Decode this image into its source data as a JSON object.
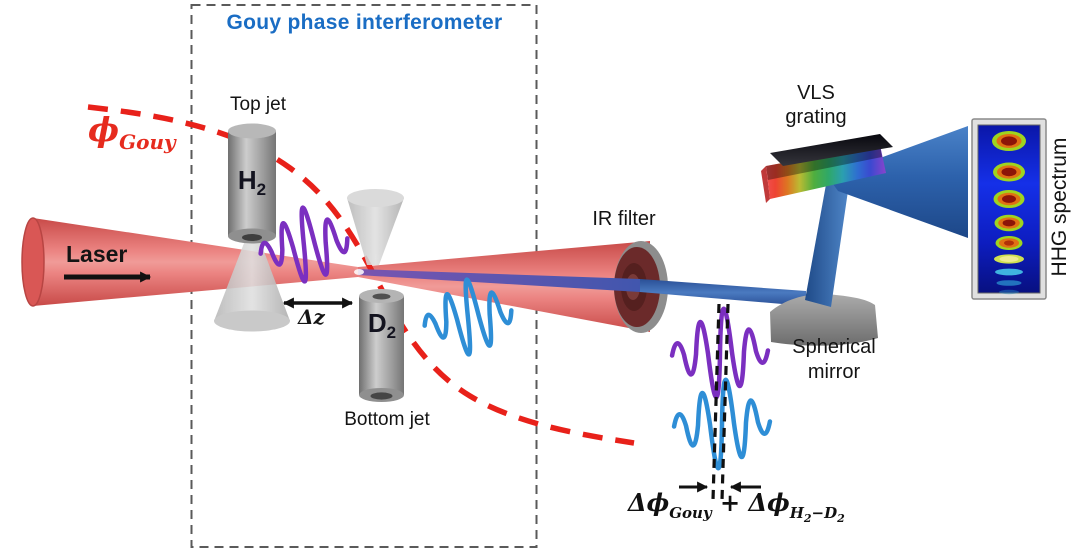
{
  "diagram": {
    "box_title": "Gouy phase interferometer",
    "phi_gouy": {
      "symbol": "ϕ",
      "sub": "Gouy"
    },
    "laser": "Laser",
    "top_jet": "Top jet",
    "bottom_jet": "Bottom jet",
    "h2": {
      "main": "H",
      "sub": "2"
    },
    "d2": {
      "main": "D",
      "sub": "2"
    },
    "delta_z": "Δz",
    "ir_filter": "IR filter",
    "spherical_mirror": {
      "line1": "Spherical",
      "line2": "mirror"
    },
    "vls_grating": {
      "line1": "VLS",
      "line2": "grating"
    },
    "hhg_spectrum": "HHG spectrum",
    "formula": {
      "term1": "Δϕ",
      "term1_sub": "Gouy",
      "operator": "+",
      "term2": "Δϕ",
      "term2_sub_a": "H",
      "term2_sub_a2": "2",
      "term2_sub_b": "−D",
      "term2_sub_b2": "2"
    }
  },
  "colors": {
    "laser_beam_red": "#e4605e",
    "gouy_curve_red": "#e8211a",
    "title_blue": "#1a6dc4",
    "h2_wave_purple": "#7b2fc0",
    "d2_wave_blue": "#2e8ed6",
    "xuv_beam_blue": "#2e6bb5",
    "detector_background": "#1430e8",
    "hardware_gray": "#9a9a9a"
  }
}
